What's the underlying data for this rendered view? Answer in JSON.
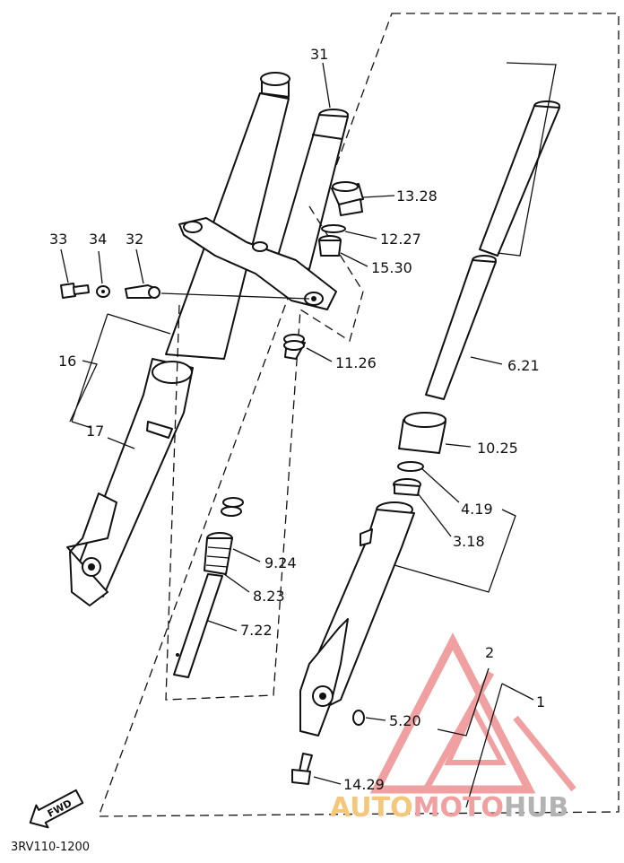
{
  "diagram_code": "3RV110-1200",
  "fwd_label": "FWD",
  "callouts": [
    {
      "id": "c1",
      "text": "1"
    },
    {
      "id": "c2",
      "text": "2"
    },
    {
      "id": "c31",
      "text": "31"
    },
    {
      "id": "c33",
      "text": "33"
    },
    {
      "id": "c34",
      "text": "34"
    },
    {
      "id": "c32",
      "text": "32"
    },
    {
      "id": "c13",
      "text": "13.28"
    },
    {
      "id": "c12",
      "text": "12.27"
    },
    {
      "id": "c15",
      "text": "15.30"
    },
    {
      "id": "c11",
      "text": "11.26"
    },
    {
      "id": "c16",
      "text": "16"
    },
    {
      "id": "c17",
      "text": "17"
    },
    {
      "id": "c6",
      "text": "6.21"
    },
    {
      "id": "c10",
      "text": "10.25"
    },
    {
      "id": "c4",
      "text": "4.19"
    },
    {
      "id": "c3",
      "text": "3.18"
    },
    {
      "id": "c9",
      "text": "9.24"
    },
    {
      "id": "c8",
      "text": "8.23"
    },
    {
      "id": "c7",
      "text": "7.22"
    },
    {
      "id": "c5",
      "text": "5.20"
    },
    {
      "id": "c14",
      "text": "14.29"
    }
  ],
  "watermark": {
    "part1": "AUTO",
    "part2": "MOTO",
    "part3": "HUB",
    "color1": "#f4c77a",
    "color2": "#f0a0a0",
    "color3": "#b3b3b3"
  }
}
